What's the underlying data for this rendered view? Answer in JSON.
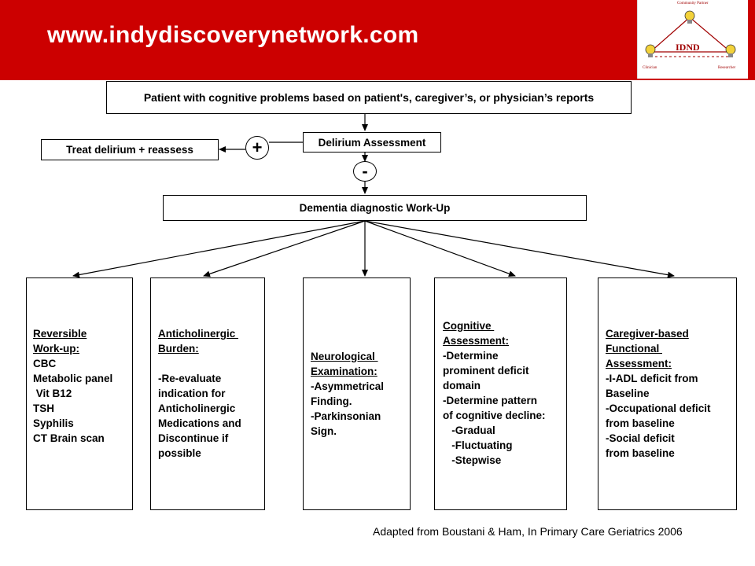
{
  "header": {
    "url": "www.indydiscoverynetwork.com",
    "bg_color": "#cc0000",
    "logo": {
      "center_text": "IDND",
      "top_label": "Community Partner",
      "left_label": "Clinician",
      "right_label": "Researcher"
    }
  },
  "flow": {
    "start": "Patient with cognitive problems based on patient's, caregiver’s, or physician’s reports",
    "delirium": "Delirium Assessment",
    "treat": "Treat delirium + reassess",
    "plus": "+",
    "minus": "-",
    "workup": "Dementia diagnostic Work-Up"
  },
  "columns": [
    {
      "title_lines": [
        "Reversible",
        "Work-up:"
      ],
      "items": [
        "CBC",
        "Metabolic panel",
        " Vit B12",
        "TSH",
        "Syphilis",
        "CT Brain scan"
      ]
    },
    {
      "title_lines": [
        "Anticholinergic ",
        "Burden:"
      ],
      "items": [
        "",
        "-Re-evaluate",
        "indication for",
        "Anticholinergic",
        "Medications and",
        "Discontinue if",
        "possible"
      ]
    },
    {
      "title_lines": [
        "Neurological ",
        "Examination:"
      ],
      "items": [
        "-Asymmetrical",
        "Finding.",
        "-Parkinsonian",
        "Sign."
      ]
    },
    {
      "title_lines": [
        "Cognitive ",
        "Assessment:"
      ],
      "items": [
        "-Determine",
        "prominent deficit",
        "domain",
        "-Determine pattern",
        "of cognitive decline:",
        "   -Gradual",
        "   -Fluctuating",
        "   -Stepwise"
      ]
    },
    {
      "title_lines": [
        "Caregiver-based",
        "Functional ",
        "Assessment:"
      ],
      "items": [
        "-I-ADL deficit from",
        "Baseline",
        "-Occupational deficit",
        "from baseline",
        "-Social deficit",
        "from baseline"
      ]
    }
  ],
  "footer": "Adapted from Boustani & Ham, In Primary Care Geriatrics 2006"
}
